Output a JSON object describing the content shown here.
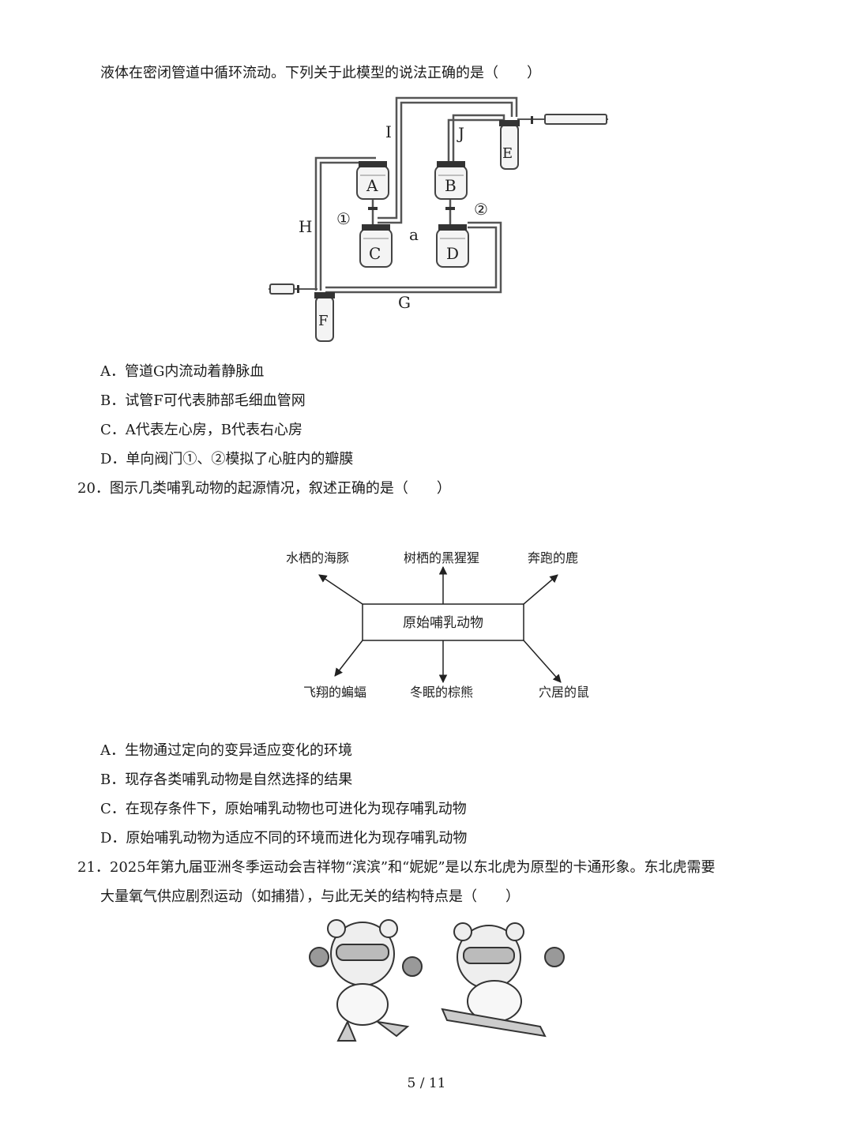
{
  "q19": {
    "stem_cont": "液体在密闭管道中循环流动。下列关于此模型的说法正确的是（　　）",
    "diagram_labels": {
      "I": "I",
      "J": "J",
      "H": "H",
      "G": "G",
      "a": "a",
      "A": "A",
      "B": "B",
      "C": "C",
      "D": "D",
      "E": "E",
      "F": "F",
      "v1": "①",
      "v2": "②"
    },
    "options": [
      "A．管道G内流动着静脉血",
      "B．试管F可代表肺部毛细血管网",
      "C．A代表左心房，B代表右心房",
      "D．单向阀门①、②模拟了心脏内的瓣膜"
    ]
  },
  "q20": {
    "stem": "20．图示几类哺乳动物的起源情况，叙述正确的是（　　）",
    "diagram": {
      "center": "原始哺乳动物",
      "top_left": "水栖的海豚",
      "top_mid": "树栖的黑猩猩",
      "top_right": "奔跑的鹿",
      "bot_left": "飞翔的蝙蝠",
      "bot_mid": "冬眠的棕熊",
      "bot_right": "穴居的鼠"
    },
    "options": [
      "A．生物通过定向的变异适应变化的环境",
      "B．现存各类哺乳动物是自然选择的结果",
      "C．在现存条件下，原始哺乳动物也可进化为现存哺乳动物",
      "D．原始哺乳动物为适应不同的环境而进化为现存哺乳动物"
    ]
  },
  "q21": {
    "stem_line1": "21．2025年第九届亚洲冬季运动会吉祥物“滨滨”和“妮妮”是以东北虎为原型的卡通形象。东北虎需要",
    "stem_line2": "大量氧气供应剧烈运动（如捕猎），与此无关的结构特点是（　　）"
  },
  "page": {
    "number": "5 / 11"
  }
}
